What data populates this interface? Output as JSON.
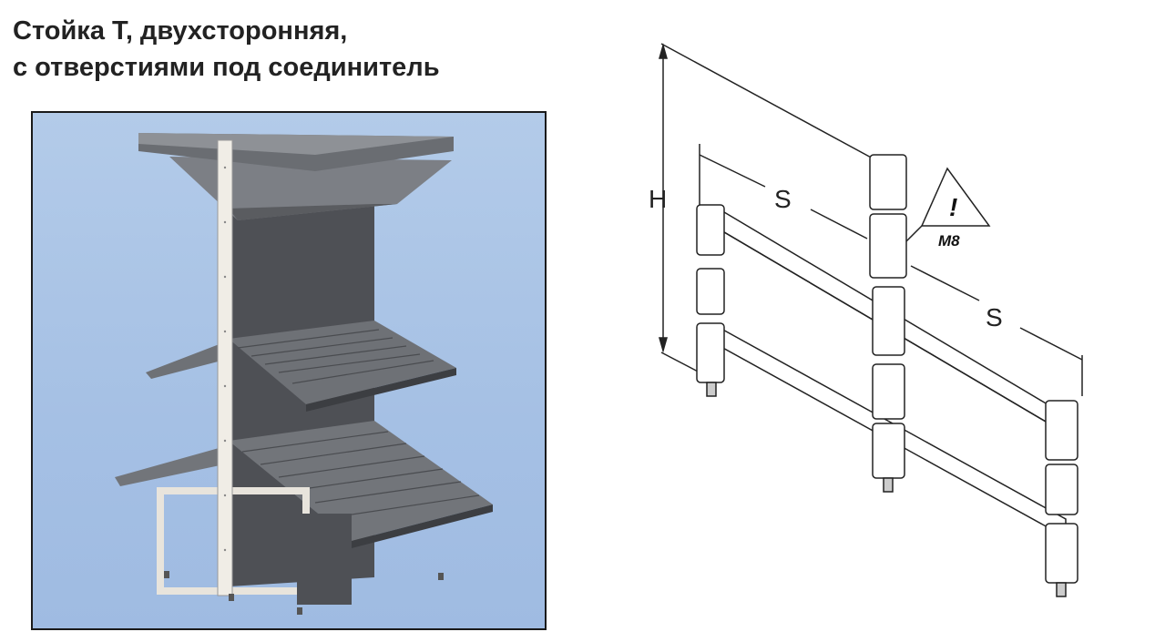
{
  "title": {
    "line1": "Стойка Т, двухсторонняя,",
    "line2": "с отверстиями под соединитель"
  },
  "diagram": {
    "height_label": "H",
    "span_label_1": "S",
    "span_label_2": "S",
    "warning_symbol": "!",
    "bolt_label": "M8"
  }
}
